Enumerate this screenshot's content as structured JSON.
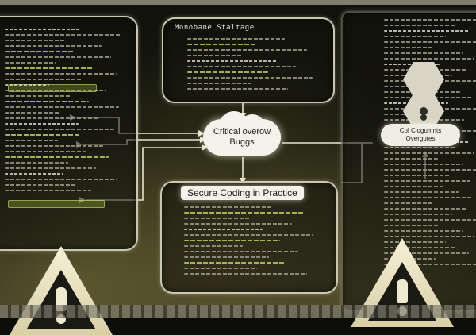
{
  "panels": {
    "top_title": "Monobane Staltage",
    "cloud_line1": "Critical overow",
    "cloud_line2": "Buggs",
    "bottom_badge": "Secure Coding in Practice",
    "right_pill_line1": "Col Clogumnts",
    "right_pill_line2": "Overgutes"
  },
  "icons": {
    "warning_left": "warning-triangle-icon",
    "warning_right": "warning-triangle-icon",
    "node_top": "hexagon-node-icon",
    "node_user": "user-hexagon-icon",
    "cloud": "cloud-icon"
  },
  "colors": {
    "accent_green": "#b9cf5a",
    "glow": "#f4f2ea",
    "background": "#0c0d08"
  }
}
